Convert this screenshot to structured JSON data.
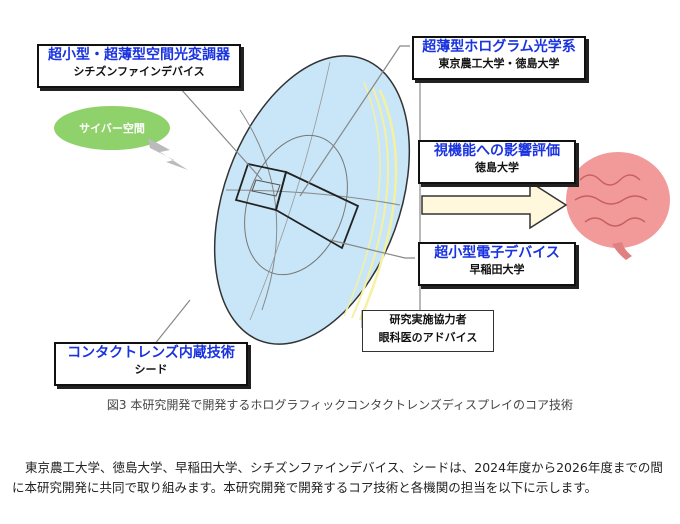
{
  "labels": {
    "slm": {
      "title": "超小型・超薄型空間光変調器",
      "org": "シチズンファインデバイス"
    },
    "holo": {
      "title": "超薄型ホログラム光学系",
      "org": "東京農工大学・徳島大学"
    },
    "vision": {
      "title": "視機能への影響評価",
      "org": "徳島大学"
    },
    "device": {
      "title": "超小型電子デバイス",
      "org": "早稲田大学"
    },
    "advisor": {
      "line1": "研究実施協力者",
      "line2": "眼科医のアドバイス"
    },
    "lens": {
      "title": "コンタクトレンズ内蔵技術",
      "org": "シード"
    },
    "cyber": "サイバー空間"
  },
  "caption": "図3 本研究開発で開発するホログラフィックコンタクトレンズディスプレイのコア技術",
  "paragraph": "東京農工大学、徳島大学、早稲田大学、シチズンファインデバイス、シードは、2024年度から2026年度までの間に本研究開発に共同で取り組みます。本研究開発で開発するコア技術と各機関の担当を以下に示します。",
  "colors": {
    "title_blue": "#1a33e0",
    "lens_fill": "#c8e6f7",
    "bubble": "#8fd16a",
    "brain": "#f29a9a",
    "arrow_fill": "#fff8dc"
  },
  "icons": [
    "lightning-icon",
    "brain-icon",
    "arrow-right-icon"
  ]
}
